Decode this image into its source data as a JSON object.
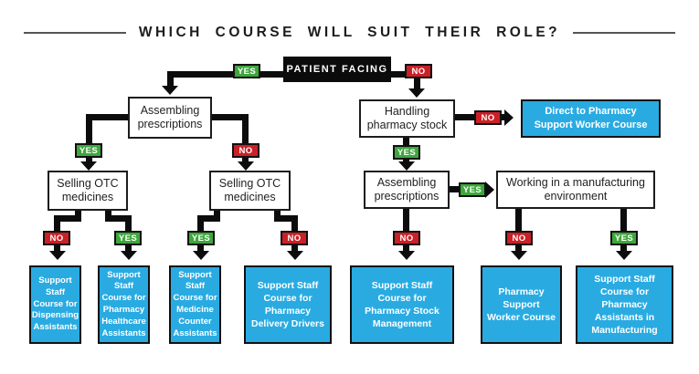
{
  "title": "WHICH COURSE WILL SUIT THEIR ROLE?",
  "badges": {
    "yes": "YES",
    "no": "NO"
  },
  "nodes": {
    "patient_facing": "PATIENT FACING",
    "assembling_left": "Assembling prescriptions",
    "handling_stock": "Handling pharmacy stock",
    "selling_otc_left": "Selling OTC medicines",
    "selling_otc_right": "Selling OTC medicines",
    "assembling_right": "Assembling prescriptions",
    "manufacturing_env": "Working in a manufacturing environment"
  },
  "outcomes": {
    "direct_support_worker": "Direct to Pharmacy Support Worker Course",
    "dispensing_assistants": "Support Staff Course for Dispensing Assistants",
    "pharmacy_healthcare_assistants": "Support Staff Course for Pharmacy Healthcare Assistants",
    "medicine_counter_assistants": "Support Staff Course for Medicine Counter Assistants",
    "pharmacy_delivery_drivers": "Support Staff Course for Pharmacy Delivery Drivers",
    "pharmacy_stock_management": "Support Staff Course for Pharmacy Stock Management",
    "pharmacy_support_worker": "Pharmacy Support Worker Course",
    "pharmacy_assistants_manufacturing": "Support Staff Course for Pharmacy Assistants in Manufacturing"
  },
  "colors": {
    "outcome_blue": "#29ABE2",
    "yes_green": "#3EA73C",
    "no_red": "#CB2026",
    "connector_black": "#0C0C0C"
  }
}
